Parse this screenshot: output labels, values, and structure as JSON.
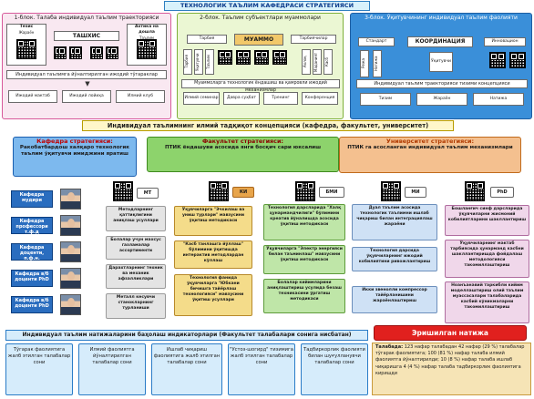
{
  "title": "ТЕХНОЛОГИК ТАЪЛИМ КАФЕДРАСИ СТРАТЕГИЯСИ",
  "block1": {
    "title": "1-блок. Талаба индивидуал таълим траекторияси",
    "box_left": "Тезис",
    "box_left_sub": "Жараён",
    "center": "ТАШХИС",
    "box_right": "Ахтика на дошла",
    "box_right_sub": "Таълим",
    "bottom": "Индивидуал таълимга йўналтирилган ижодий тўгараклар",
    "items": [
      "Ижодий мактаб",
      "Ижодий лойиҳа",
      "Илмий клуб"
    ]
  },
  "block2": {
    "title": "2-блок. Таълим субъектлари муаммолари",
    "left": "Тарбия",
    "center": "МУАММО",
    "right": "Тарбиячилар",
    "small": [
      "Тарбия",
      "Ўқитувчи",
      "Таълим",
      "Ахлоқ",
      "Маданият",
      "Касб"
    ],
    "bottom": "Муаммоларга технологик ёндашиш ва қамровли ижодий механизмлар",
    "items": [
      "Илмий семинар",
      "Давра суҳбат",
      "Тренинг",
      "Конференция"
    ]
  },
  "block3": {
    "title": "3-блок. Ўқитувчининг индивидуал таълим фаолияти",
    "left": "Стандарт",
    "center": "КООРДИНАЦИЯ",
    "right": "Инновацион",
    "v1": "Режа",
    "v2": "Натижа",
    "arrow_down": "Ўқитувчи",
    "bottom": "Индивидуал таълим траекторияси тизими концепцияси",
    "items": [
      "Тизим",
      "Жараён",
      "Натижа"
    ]
  },
  "banner": "Индивидуал таълимнинг илмий тадқиқот концепцияси (кафедра, факультет, университет)",
  "strategies": [
    {
      "head": "Кафедра стратегияси:",
      "body": "Ракобатбардош халқаро технологик таълим ўқитувчи имиджини яратиш"
    },
    {
      "head": "Факультет стратегияси:",
      "body": "ПТИК ёндашуви асосида янги босқич сари юксалиш"
    },
    {
      "head": "Университет стратегияси:",
      "body": "ПТИК га асосланган индивидуал таълим механизмлари"
    }
  ],
  "faculty": [
    "Кафедра мудири",
    "Кафедра профессори т.ф.д",
    "Кафедра доценти, п.ф.н.",
    "Кафедра в/б доценти PhD",
    "Кафедра в/б доценти PhD"
  ],
  "columns": {
    "mt": {
      "label": "МТ",
      "items": [
        "Методларнинг қаттиқлигини аниқлаш усуллари",
        "Болалар учун махсус газламалар ассортименти",
        "Дарахтларнинг техник ва механик афзалликлари",
        "Металл кесувчи станокларнинг турланиши"
      ]
    },
    "ki": {
      "label": "КИ",
      "items": [
        "Ўқувчиларга \"Эчкилаш ва униш турлари\" мавзусини ўқитиш методикаси",
        "\"Касб танлашга йўллаш\" бўлимини ўқитишда интерактив методлардан кўллаш",
        "Технология фанида ўқувчиларга \"Юбкани бичишга тайёрлаш технологияси\" мавзусини ўқитиш усуллари"
      ]
    },
    "bmi": {
      "label": "БМИ",
      "items": [
        "Технология дарсларида \"Халқ ҳунармандчилиги\" бўлимини креатив йўналишда асосида ўқитиш методикаси",
        "Ўқувчиларга \"Электр энергияси билан таъминлаш\" мавзусини ўқитиш методикаси",
        "Болалар кийимларини аниқлаштириш усулида безаш техникасини ўргатиш методикаси"
      ]
    },
    "mi": {
      "label": "МИ",
      "items": [
        "Дуал таълим асосида технологик таълимни ишлаб чиқариш билан интеграциялаш жараёни",
        "Технология дарсида ўқувчиларнинг ижодий кобилиятини ривожлантириш",
        "Икки звенолли компрессор тайёрланишини жараёнлаштириш"
      ]
    },
    "phd": {
      "label": "PhD",
      "items": [
        "Бошланғич синф дарсларида ўқувчиларни жисмоний кобилиятларини шакллантириш",
        "Ўқувчиларнинг мактаб тарбиясида ҳунарманд касбни шакллантиришда фойдалаш методологияси такомиллаштириш",
        "Ноанъанавий таркибли кийим моделлаштириш олий таълим муассасалари талабаларида касбий кўникмаларни такомиллаштириш"
      ]
    }
  },
  "indicators": {
    "title": "Индивидуал таълим натижаларини баҳолаш индикаторлари (Факультет талабалари сонига нисбатан)",
    "items": [
      "Тўгарак фаолиятига жалб этилган талабалар сони",
      "Илмий фаолиятга йўналтирилган талабалар сони",
      "Ишлаб чиқариш фаолиятига жалб этилган талабалар сони",
      "\"Устоз-шогирд\" тизимига жалб этилган талабалар сони",
      "Тадбиркорлик фаолияти билан шуғулланувчи талабалар сони"
    ]
  },
  "result": {
    "title": "Эришилган натижа",
    "label": "Талабада:",
    "text": "123 нафар талабадан 42 нафар (29 %) талабалар тўгарак фаолиятига; 100 (81 %) нафар талаба илмий фаолиятга йўналтирилди; 10 (8 %) нафар талаба ишлаб чиқаришга 4 (4 %) нафар талаба тадбиркорлик фаолиятига киришди"
  }
}
